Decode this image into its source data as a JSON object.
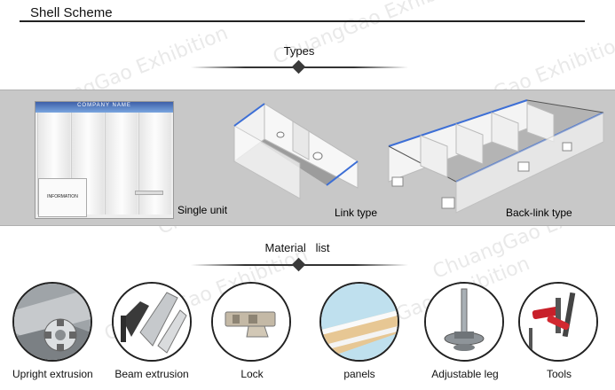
{
  "header": {
    "title": "Shell Scheme"
  },
  "types_section": {
    "label": "Types",
    "items": [
      {
        "caption": "Single unit",
        "header_text": "COMPANY NAME",
        "desk_text": "INFORMATION"
      },
      {
        "caption": "Link type"
      },
      {
        "caption": "Back-link type"
      }
    ]
  },
  "material_section": {
    "label": "Material   list",
    "items": [
      {
        "caption": "Upright extrusion",
        "icon": "upright-extrusion-icon"
      },
      {
        "caption": "Beam extrusion",
        "icon": "beam-extrusion-icon"
      },
      {
        "caption": "Lock",
        "icon": "lock-icon"
      },
      {
        "caption": "panels",
        "icon": "panels-icon"
      },
      {
        "caption": "Adjustable leg",
        "icon": "adjustable-leg-icon"
      },
      {
        "caption": "Tools",
        "icon": "tools-icon"
      }
    ]
  },
  "watermark": {
    "text": "ChuangGao Exhibition"
  },
  "colors": {
    "band": "#c8c8c8",
    "accent_blue": "#3d6fd6",
    "divider": "#333333"
  }
}
